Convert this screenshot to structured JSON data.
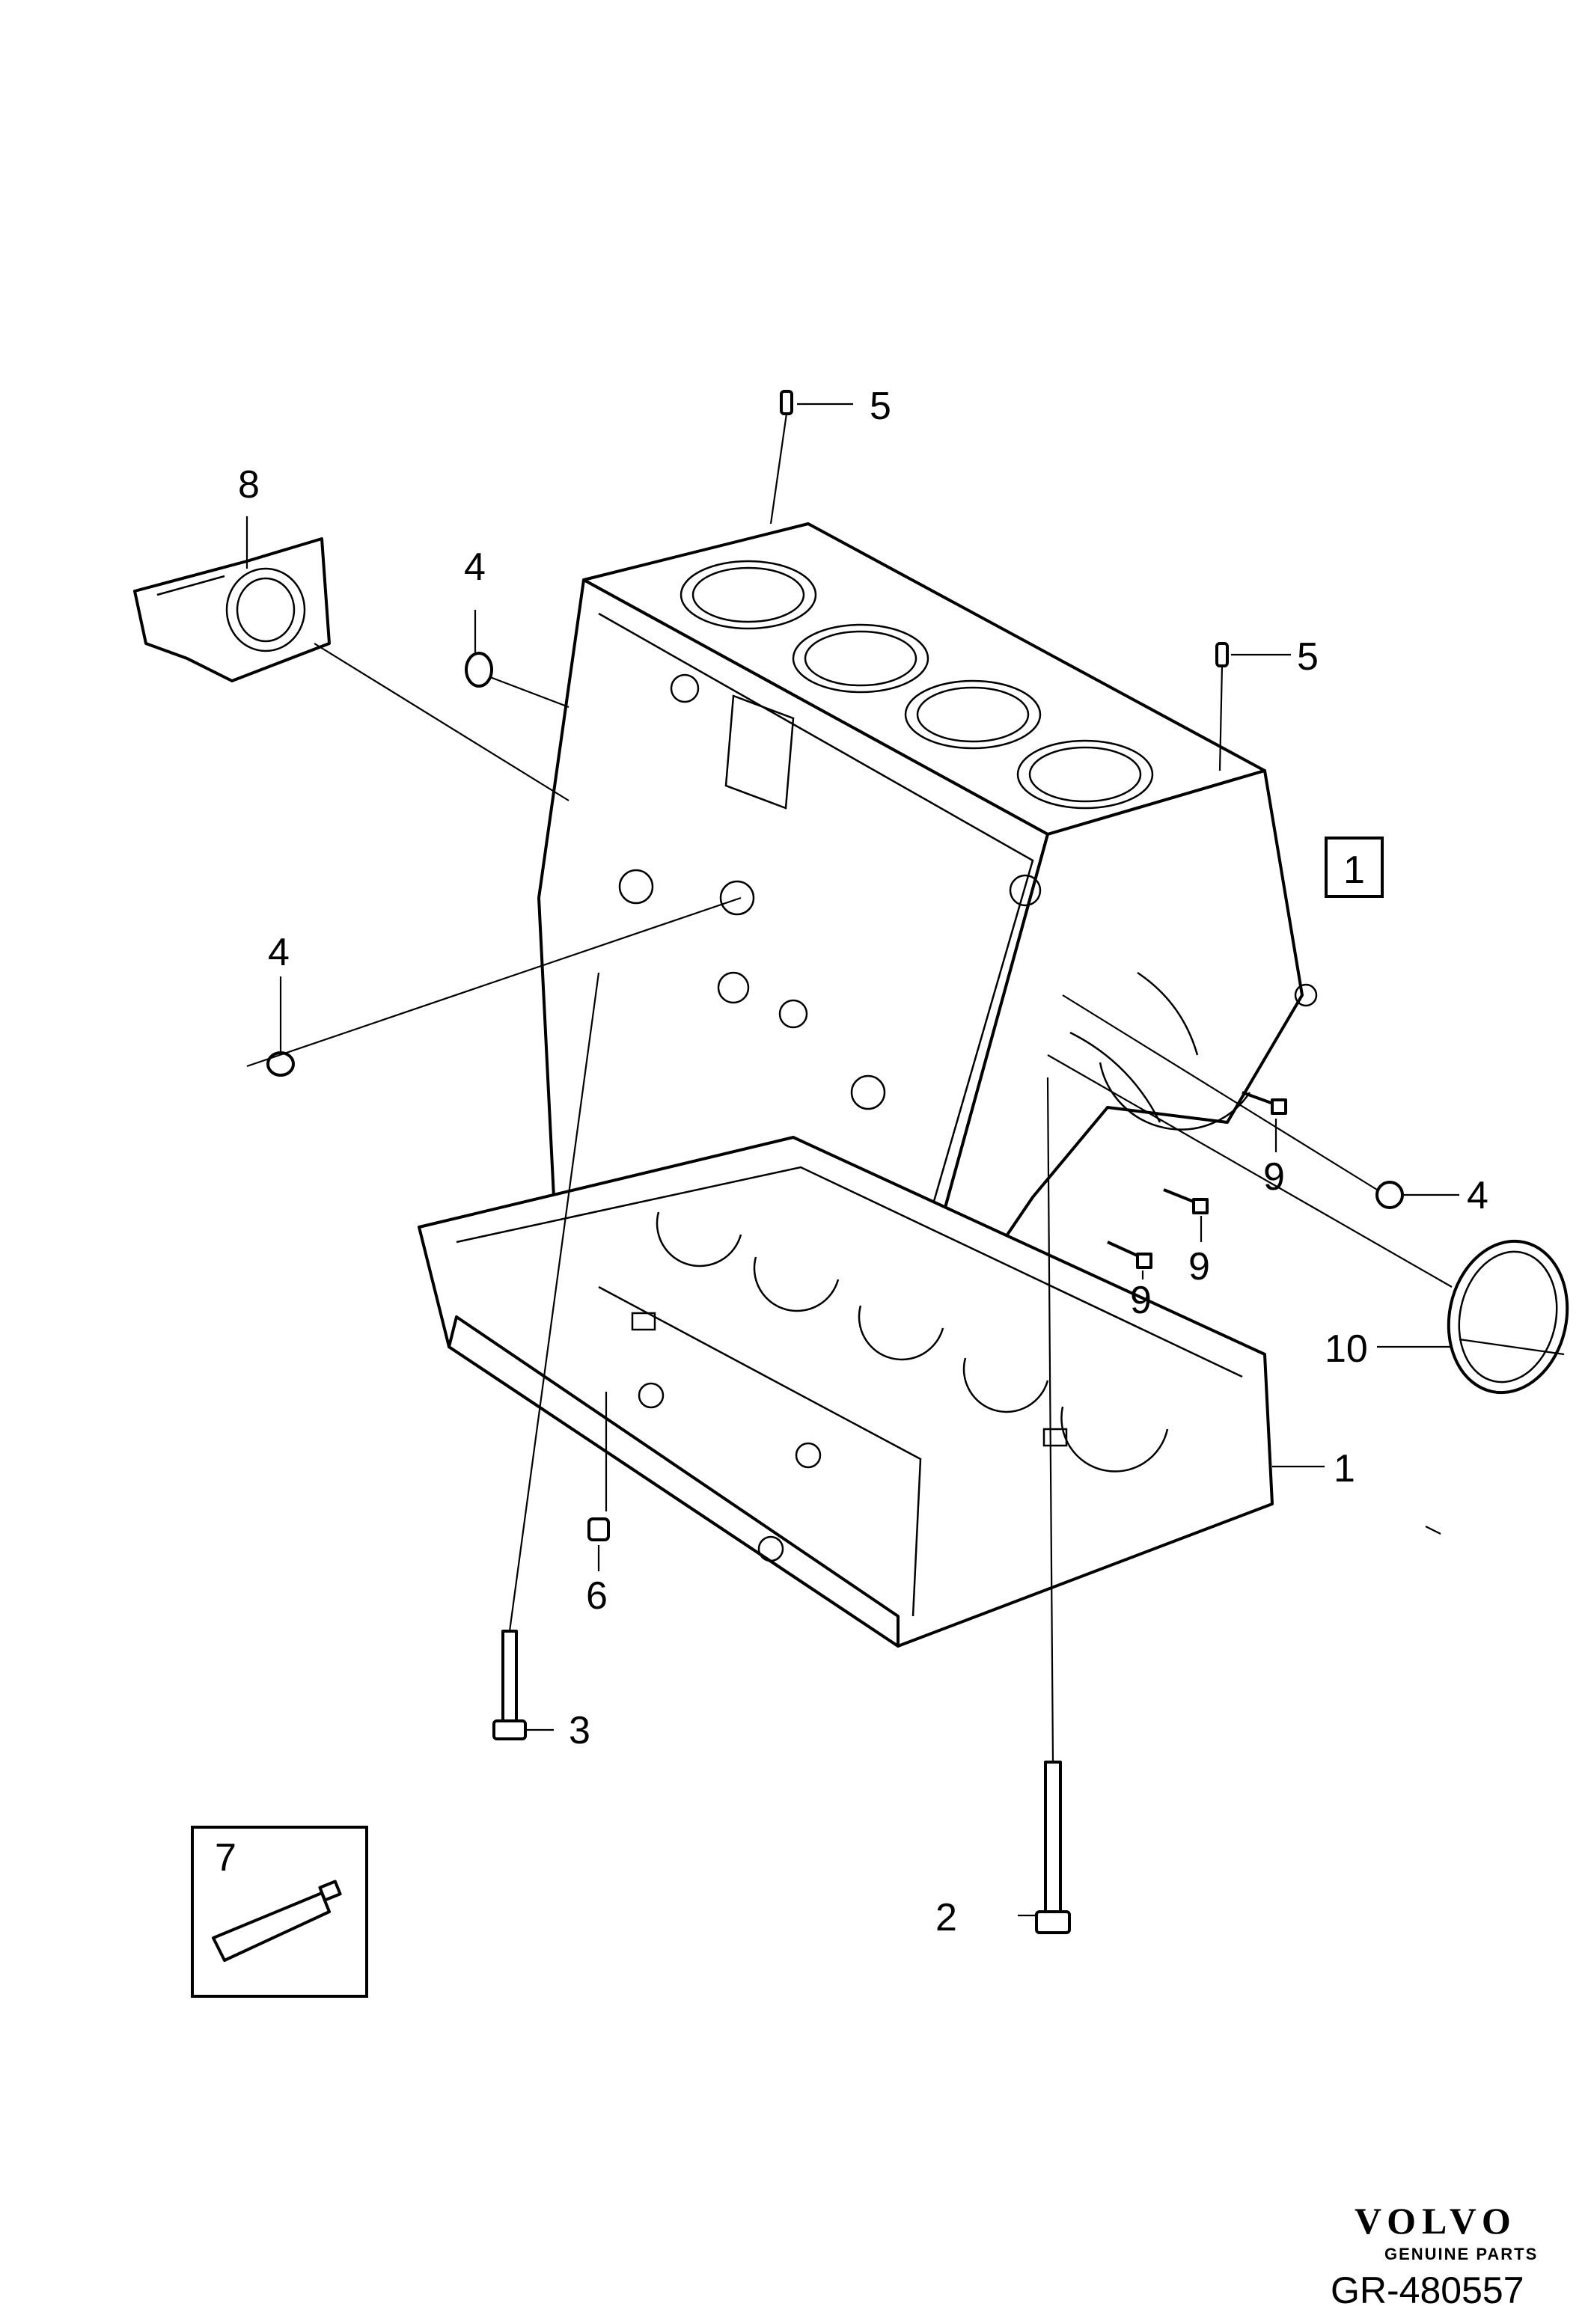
{
  "callouts": {
    "c1": "1",
    "c2": "2",
    "c3": "3",
    "c4a": "4",
    "c4b": "4",
    "c4c": "4",
    "c5a": "5",
    "c5b": "5",
    "c6": "6",
    "c7": "7",
    "c8": "8",
    "c9a": "9",
    "c9b": "9",
    "c9c": "9",
    "c10": "10",
    "boxed": "1"
  },
  "brand": {
    "name": "VOLVO",
    "tagline": "GENUINE PARTS"
  },
  "reference": "GR-480557"
}
